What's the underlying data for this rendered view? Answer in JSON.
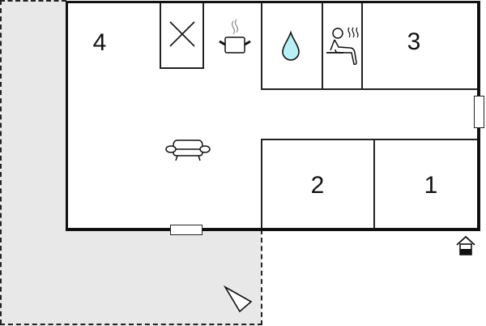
{
  "floorplan": {
    "rooms": [
      {
        "id": "room-4",
        "label": "4",
        "type": "bedroom"
      },
      {
        "id": "room-3",
        "label": "3",
        "type": "bedroom"
      },
      {
        "id": "room-2",
        "label": "2",
        "type": "bedroom"
      },
      {
        "id": "room-1",
        "label": "1",
        "type": "bedroom"
      }
    ],
    "icons": [
      {
        "name": "stove-x-icon",
        "meaning": "kitchen unit"
      },
      {
        "name": "cooking-pot-icon",
        "meaning": "kitchen"
      },
      {
        "name": "water-drop-icon",
        "meaning": "bathroom / shower"
      },
      {
        "name": "sauna-icon",
        "meaning": "sauna"
      },
      {
        "name": "armchair-icon",
        "meaning": "living room"
      },
      {
        "name": "entrance-icon",
        "meaning": "entrance"
      },
      {
        "name": "compass-arrow-icon",
        "meaning": "north direction"
      }
    ],
    "colors": {
      "terrace": "#e8e8e8",
      "wall": "#111111",
      "water_drop": "#b8f0f5",
      "background": "#ffffff"
    }
  }
}
